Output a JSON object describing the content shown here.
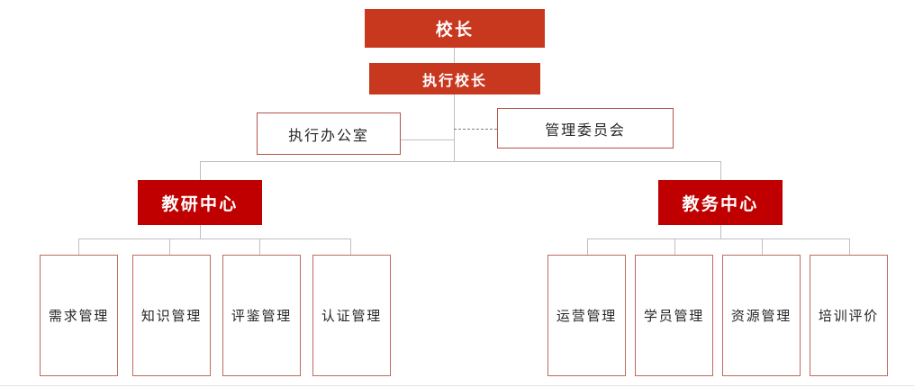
{
  "chart": {
    "type": "org-chart",
    "title": "",
    "colors": {
      "exec_fill": "#C8381F",
      "center_fill": "#C00000",
      "plain_border": "#B4534A",
      "leaf_border": "#BF6B5F",
      "connector": "#BFBFBF",
      "dashed_connector": "#7F7F7F",
      "text_dark": "#262626",
      "text_light": "#FFFFFF",
      "background": "#FFFFFF"
    },
    "levels": {
      "level1": {
        "label": "校长"
      },
      "level2": {
        "label": "执行校长"
      },
      "level3": [
        {
          "label": "执行办公室",
          "style": "plain",
          "link": "solid"
        },
        {
          "label": "管理委员会",
          "style": "plain",
          "link": "dashed"
        }
      ],
      "level4": [
        {
          "label": "教研中心",
          "style": "center"
        },
        {
          "label": "教务中心",
          "style": "center"
        }
      ],
      "level5": {
        "left_group_parent": "教研中心",
        "left": [
          {
            "label": "需求管理"
          },
          {
            "label": "知识管理"
          },
          {
            "label": "评鉴管理"
          },
          {
            "label": "认证管理"
          }
        ],
        "right_group_parent": "教务中心",
        "right": [
          {
            "label": "运营管理"
          },
          {
            "label": "学员管理"
          },
          {
            "label": "资源管理"
          },
          {
            "label": "培训评价"
          }
        ]
      }
    }
  }
}
